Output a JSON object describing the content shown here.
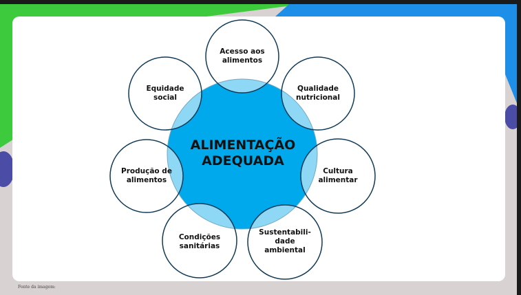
{
  "diagram": {
    "center": {
      "line1": "ALIMENTAÇÃO",
      "line2": "ADEQUADA"
    },
    "nodes": [
      {
        "id": "acesso",
        "lines": [
          "Acesso aos",
          "alimentos"
        ]
      },
      {
        "id": "qualidade",
        "lines": [
          "Qualidade",
          "nutricional"
        ]
      },
      {
        "id": "cultura",
        "lines": [
          "Cultura",
          "alimentar"
        ]
      },
      {
        "id": "sustentabilidade",
        "lines": [
          "Sustentabili-",
          "dade",
          "ambiental"
        ]
      },
      {
        "id": "condicoes",
        "lines": [
          "Condições",
          "sanitárias"
        ]
      },
      {
        "id": "producao",
        "lines": [
          "Produção de",
          "alimentos"
        ]
      },
      {
        "id": "equidade",
        "lines": [
          "Equidade",
          "social"
        ]
      }
    ]
  },
  "footer": {
    "caption": "Fonte da imagem:"
  },
  "colors": {
    "center_fill": "#00a9ec",
    "center_overlap": "#8fd8f5",
    "node_stroke": "#0f3a57",
    "green": "#3dcb3d",
    "blue": "#1d8fe8",
    "purple": "#4b4ca6"
  }
}
